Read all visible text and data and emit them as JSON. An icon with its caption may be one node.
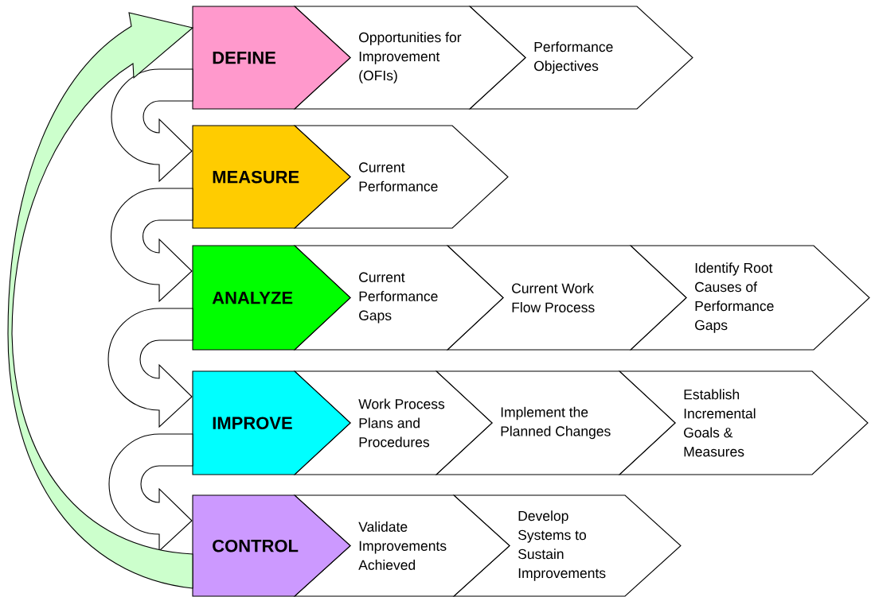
{
  "diagram": {
    "nodes": [
      {
        "text": [
          "DEFINE"
        ]
      },
      {
        "text": [
          "Opportunities for Improvement (OFIs)"
        ]
      },
      {
        "text": [
          "Performance Objectives"
        ]
      },
      {
        "text": [
          "MEASURE"
        ]
      },
      {
        "text": [
          "Current Performance"
        ]
      },
      {
        "text": [
          "ANALYZE"
        ]
      },
      {
        "text": [
          "Current Performance Gaps"
        ]
      },
      {
        "text": [
          "Current Work Flow Process"
        ]
      },
      {
        "text": [
          "Identify Root Causes of Performance Gaps"
        ]
      },
      {
        "text": [
          "IMPROVE"
        ]
      },
      {
        "text": [
          "Work Process Plans and Procedures"
        ]
      },
      {
        "text": [
          "Implement the Planned Changes"
        ]
      },
      {
        "text": [
          "Establish Incremental Goals & Measures"
        ]
      },
      {
        "text": [
          "CONTROL"
        ]
      },
      {
        "text": [
          "Validate Improvements Achieved"
        ]
      },
      {
        "text": [
          "Develop Systems to Sustain Improvements"
        ]
      }
    ],
    "edges": [
      {
        "from": 0,
        "to": 3,
        "arrow": "to"
      },
      {
        "from": 3,
        "to": 5,
        "arrow": "to"
      },
      {
        "from": 5,
        "to": 9,
        "arrow": "to"
      },
      {
        "from": 9,
        "to": 13,
        "arrow": "to"
      },
      {
        "from": 13,
        "to": 0,
        "arrow": "to",
        "color": "#ccffcc"
      }
    ]
  }
}
